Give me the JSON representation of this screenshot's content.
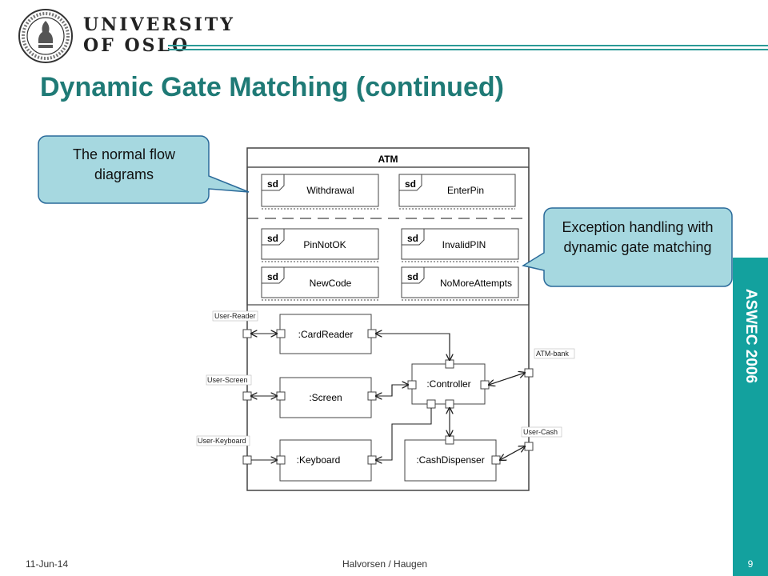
{
  "header": {
    "university_line1": "UNIVERSITY",
    "university_line2": "OF OSLO"
  },
  "slide": {
    "title": "Dynamic Gate Matching (continued)"
  },
  "callouts": {
    "normal_flow": "The normal flow diagrams",
    "exception": "Exception handling with dynamic gate matching"
  },
  "diagram": {
    "frame_title": "ATM",
    "sd_label": "sd",
    "sd_frames": [
      "Withdrawal",
      "EnterPin",
      "PinNotOK",
      "InvalidPIN",
      "NewCode",
      "NoMoreAttempts"
    ],
    "parts": [
      ":CardReader",
      ":Screen",
      ":Keyboard",
      ":Controller",
      ":CashDispenser"
    ],
    "ports": [
      "User-Reader",
      "User-Screen",
      "User-Keyboard",
      "ATM-bank",
      "User-Cash"
    ]
  },
  "sidebar": {
    "label": "ASWEC 2006",
    "page_number": "9"
  },
  "footer": {
    "date": "11-Jun-14",
    "authors": "Halvorsen / Haugen"
  }
}
